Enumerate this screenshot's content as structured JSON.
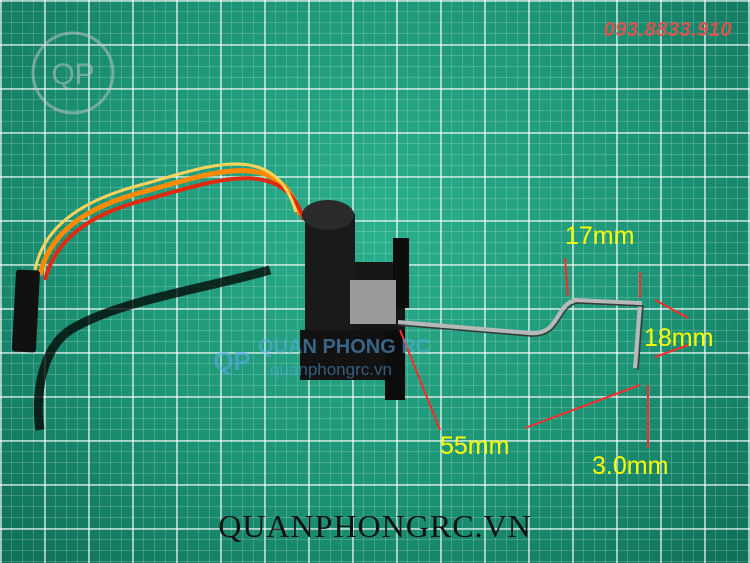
{
  "phone": "093.8833.910",
  "dimensions": {
    "rod_top_offset": "17mm",
    "rod_side_width": "18mm",
    "rod_length": "55mm",
    "rod_diameter": "3.0mm"
  },
  "watermark": {
    "brand": "QUAN PHONG RC",
    "site_small": "quanphongrc.vn",
    "logo_letters": "QP"
  },
  "footer_site": "QUANPHONGRC.VN",
  "colors": {
    "arrow": "#ff2a2a",
    "dimension_text": "#ffff00",
    "phone": "#d9534f"
  }
}
